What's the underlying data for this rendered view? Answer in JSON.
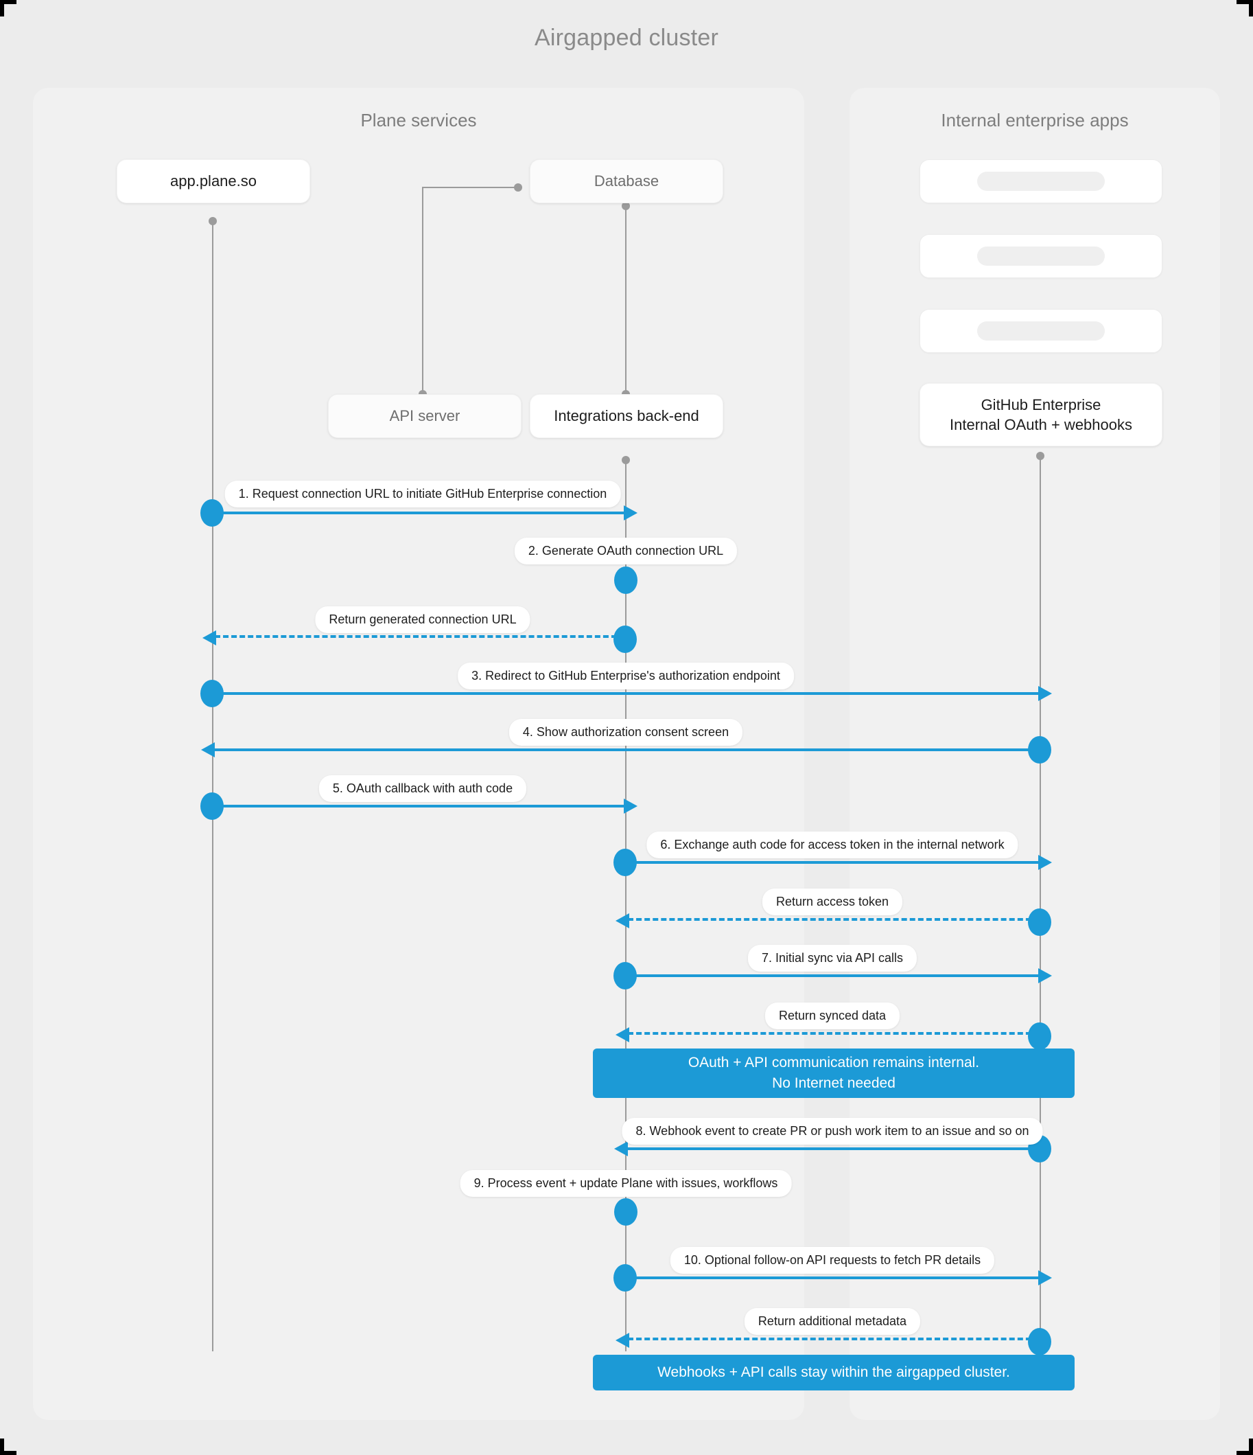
{
  "diagram": {
    "title": "Airgapped cluster",
    "accent_color": "#1c9ad6",
    "lifeline_color": "#9b9b9b",
    "panel_bg": "#f1f1f1",
    "canvas_bg": "#ececec"
  },
  "panels": [
    {
      "id": "plane",
      "title": "Plane services"
    },
    {
      "id": "enterprise",
      "title": "Internal enterprise apps"
    }
  ],
  "nodes": {
    "app": "app.plane.so",
    "database": "Database",
    "api_server": "API server",
    "integrations": "Integrations back-end",
    "github_line1": "GitHub Enterprise",
    "github_line2": "Internal OAuth + webhooks"
  },
  "placeholders": [
    {
      "label": ""
    },
    {
      "label": ""
    },
    {
      "label": ""
    }
  ],
  "messages": [
    {
      "n": 1,
      "label": "1. Request connection URL to initiate GitHub Enterprise connection",
      "from": "app",
      "to": "integrations",
      "style": "solid",
      "dir": "right"
    },
    {
      "n": 2,
      "label": "2. Generate OAuth connection URL",
      "from": "integrations",
      "to": "integrations",
      "style": "self",
      "dir": "self"
    },
    {
      "n": 3,
      "label": "Return generated connection URL",
      "from": "integrations",
      "to": "app",
      "style": "dashed",
      "dir": "left"
    },
    {
      "n": 4,
      "label": "3. Redirect to GitHub Enterprise's authorization endpoint",
      "from": "app",
      "to": "github",
      "style": "solid",
      "dir": "right"
    },
    {
      "n": 5,
      "label": "4. Show authorization consent screen",
      "from": "github",
      "to": "app",
      "style": "solid",
      "dir": "left"
    },
    {
      "n": 6,
      "label": "5. OAuth callback with auth code",
      "from": "app",
      "to": "integrations",
      "style": "solid",
      "dir": "right"
    },
    {
      "n": 7,
      "label": "6. Exchange auth code for access token in the internal network",
      "from": "integrations",
      "to": "github",
      "style": "solid",
      "dir": "right"
    },
    {
      "n": 8,
      "label": "Return access token",
      "from": "github",
      "to": "integrations",
      "style": "dashed",
      "dir": "left"
    },
    {
      "n": 9,
      "label": "7. Initial sync via API calls",
      "from": "integrations",
      "to": "github",
      "style": "solid",
      "dir": "right"
    },
    {
      "n": 10,
      "label": "Return synced data",
      "from": "github",
      "to": "integrations",
      "style": "dashed",
      "dir": "left"
    },
    {
      "n": 11,
      "label": "8. Webhook event to create PR  or push work item to an issue  and so on",
      "from": "github",
      "to": "integrations",
      "style": "solid",
      "dir": "left"
    },
    {
      "n": 12,
      "label": "9. Process event + update Plane with issues, workflows",
      "from": "integrations",
      "to": "integrations",
      "style": "self",
      "dir": "self"
    },
    {
      "n": 13,
      "label": "10. Optional follow-on API requests to fetch PR details",
      "from": "integrations",
      "to": "github",
      "style": "solid",
      "dir": "right"
    },
    {
      "n": 14,
      "label": "Return additional metadata",
      "from": "github",
      "to": "integrations",
      "style": "dashed",
      "dir": "left"
    }
  ],
  "notes": [
    {
      "id": "note-internal",
      "line1": "OAuth + API communication remains internal.",
      "line2": "No Internet needed"
    },
    {
      "id": "note-airgap",
      "line1": "Webhooks + API calls stay within the airgapped cluster.",
      "line2": ""
    }
  ]
}
